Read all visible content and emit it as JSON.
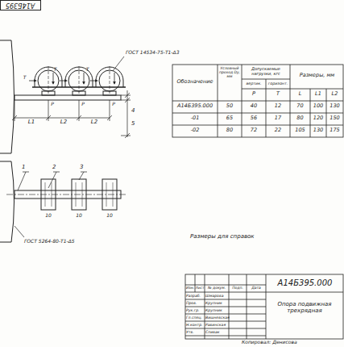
{
  "diagram": {
    "labels": [
      "А14Б395",
      "ГОСТ 14534-75-Т1-Δ3",
      "L1",
      "L2",
      "L2",
      "4",
      "5",
      "P",
      "P",
      "P",
      "T",
      "T",
      "T",
      "1",
      "2",
      "3",
      "10",
      "10",
      "10",
      "ГОСТ 5264-80-Т1-Δ5",
      "Обозначение",
      "Условный проход Dу, мм",
      "Допускаемые нагрузки, кгс",
      "вертик.",
      "горизонт.",
      "P",
      "T",
      "Размеры, мм",
      "L",
      "L1",
      "L2",
      "А14Б395.000",
      "50",
      "40",
      "12",
      "70",
      "100",
      "130",
      "-01",
      "65",
      "56",
      "17",
      "80",
      "120",
      "150",
      "-02",
      "80",
      "72",
      "22",
      "105",
      "130",
      "175",
      "Размеры для справок",
      "А14Б395.000",
      "Опора подвижная трехрядная",
      "Изм.",
      "Лист",
      "№ докум.",
      "Подп.",
      "Дата",
      "Разраб.",
      "Шмарова",
      "Пров.",
      "Крупник",
      "Рук.гр.",
      "Крупник",
      "Гл.спец.",
      "Вишневская",
      "Н.контр.",
      "Равинская",
      "Утв.",
      "Спивак",
      "Копировал: Денисова"
    ]
  }
}
